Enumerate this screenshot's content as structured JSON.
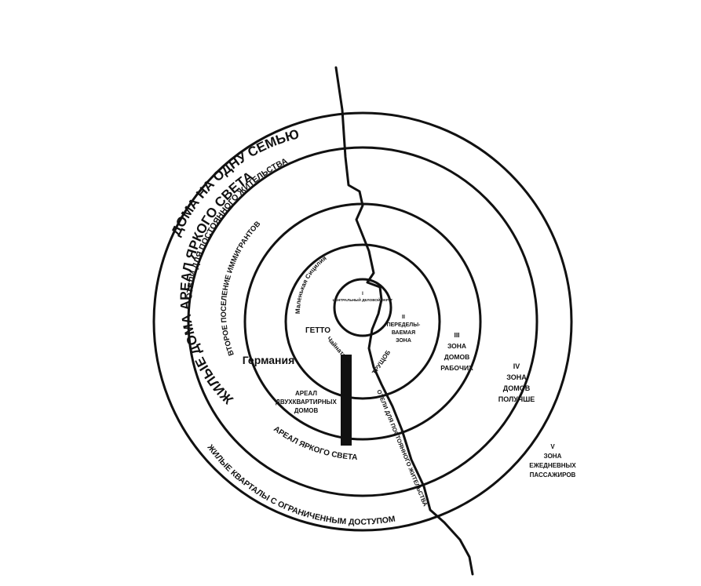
{
  "zones": {
    "z1_num": "I",
    "z1_name": "ЦЕНТРАЛЬНЫЙ ДЕЛОВОЙ ОКРУГ",
    "z2_num": "II",
    "z2_name_1": "ПЕРЕДЕЛЫ-",
    "z2_name_2": "ВАЕМАЯ",
    "z2_name_3": "ЗОНА",
    "z3_num": "III",
    "z3_name_1": "ЗОНА",
    "z3_name_2": "ДОМОВ",
    "z3_name_3": "РАБОЧИХ",
    "z4_num": "IV",
    "z4_name_1": "ЗОНА",
    "z4_name_2": "ДОМОВ",
    "z4_name_3": "ПОЛУЧШЕ",
    "z5_num": "V",
    "z5_name_1": "ЗОНА",
    "z5_name_2": "ЕЖЕДНЕВНЫХ",
    "z5_name_3": "ПАССАЖИРОВ"
  },
  "labels": {
    "single_family": "ДОМА НА ОДНУ СЕМЬЮ",
    "residential_hotels": "ОТЕЛИ ДЛЯ ПОСТОЯННОГО ЖИТЕЛЬСТВА",
    "bright_lights_upper": "ЖИЛЫЕ ДОМА АРЕАЛ ЯРКОГО СВЕТА",
    "second_immigrant": "ВТОРОЕ ПОСЕЛЕНИЕ ИММИГРАНТОВ",
    "little_sicily": "Маленькая Сицилия",
    "ghetto": "ГЕТТО",
    "chinatown": "Чайнатаун",
    "germany": "Германия",
    "slum": "ТРУЩОБЫ",
    "two_flat_1": "АРЕАЛ",
    "two_flat_2": "ДВУХКВАРТИРНЫХ",
    "two_flat_3": "ДОМОВ",
    "bright_lights_lower": "АРЕАЛ ЯРКОГО СВЕТА",
    "rooming_hotels": "ОТЕЛИ ДЛЯ ПОСТОЯННОГО ЖИТЕЛЬСТВА",
    "restricted": "ЖИЛЫЕ КВАРТАЛЫ С ОГРАНИЧЕННЫМ ДОСТУПОМ"
  },
  "colors": {
    "ink": "#111111",
    "background": "#ffffff"
  }
}
